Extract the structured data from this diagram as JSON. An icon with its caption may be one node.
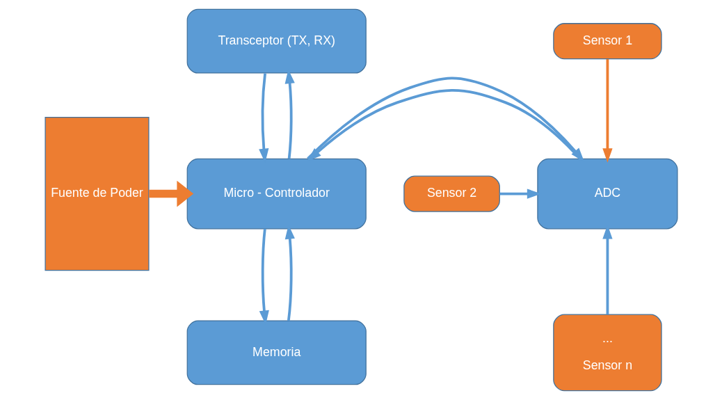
{
  "diagram": {
    "nodes": [
      {
        "text": [
          "Fuente de Poder"
        ]
      },
      {
        "text": [
          "Transceptor (TX, RX)"
        ]
      },
      {
        "text": [
          "Micro - Controlador"
        ]
      },
      {
        "text": [
          "Memoria"
        ]
      },
      {
        "text": [
          "Sensor 1"
        ]
      },
      {
        "text": [
          "ADC"
        ]
      },
      {
        "text": [
          "Sensor 2"
        ]
      },
      {
        "text": [
          "...",
          "Sensor n"
        ]
      }
    ],
    "edges": [
      {
        "from": 0,
        "to": 2,
        "arrow": "to",
        "style": "thick",
        "color": "#ed7d31"
      },
      {
        "from": 2,
        "to": 1,
        "arrow": "to"
      },
      {
        "from": 1,
        "to": 2,
        "arrow": "to"
      },
      {
        "from": 3,
        "to": 2,
        "arrow": "to"
      },
      {
        "from": 2,
        "to": 3,
        "arrow": "to"
      },
      {
        "from": 5,
        "to": 2,
        "arrow": "to"
      },
      {
        "from": 2,
        "to": 5,
        "arrow": "to"
      },
      {
        "from": 4,
        "to": 5,
        "arrow": "to",
        "color": "#ed7d31"
      },
      {
        "from": 6,
        "to": 5,
        "arrow": "to"
      },
      {
        "from": 7,
        "to": 5,
        "arrow": "to"
      }
    ]
  }
}
